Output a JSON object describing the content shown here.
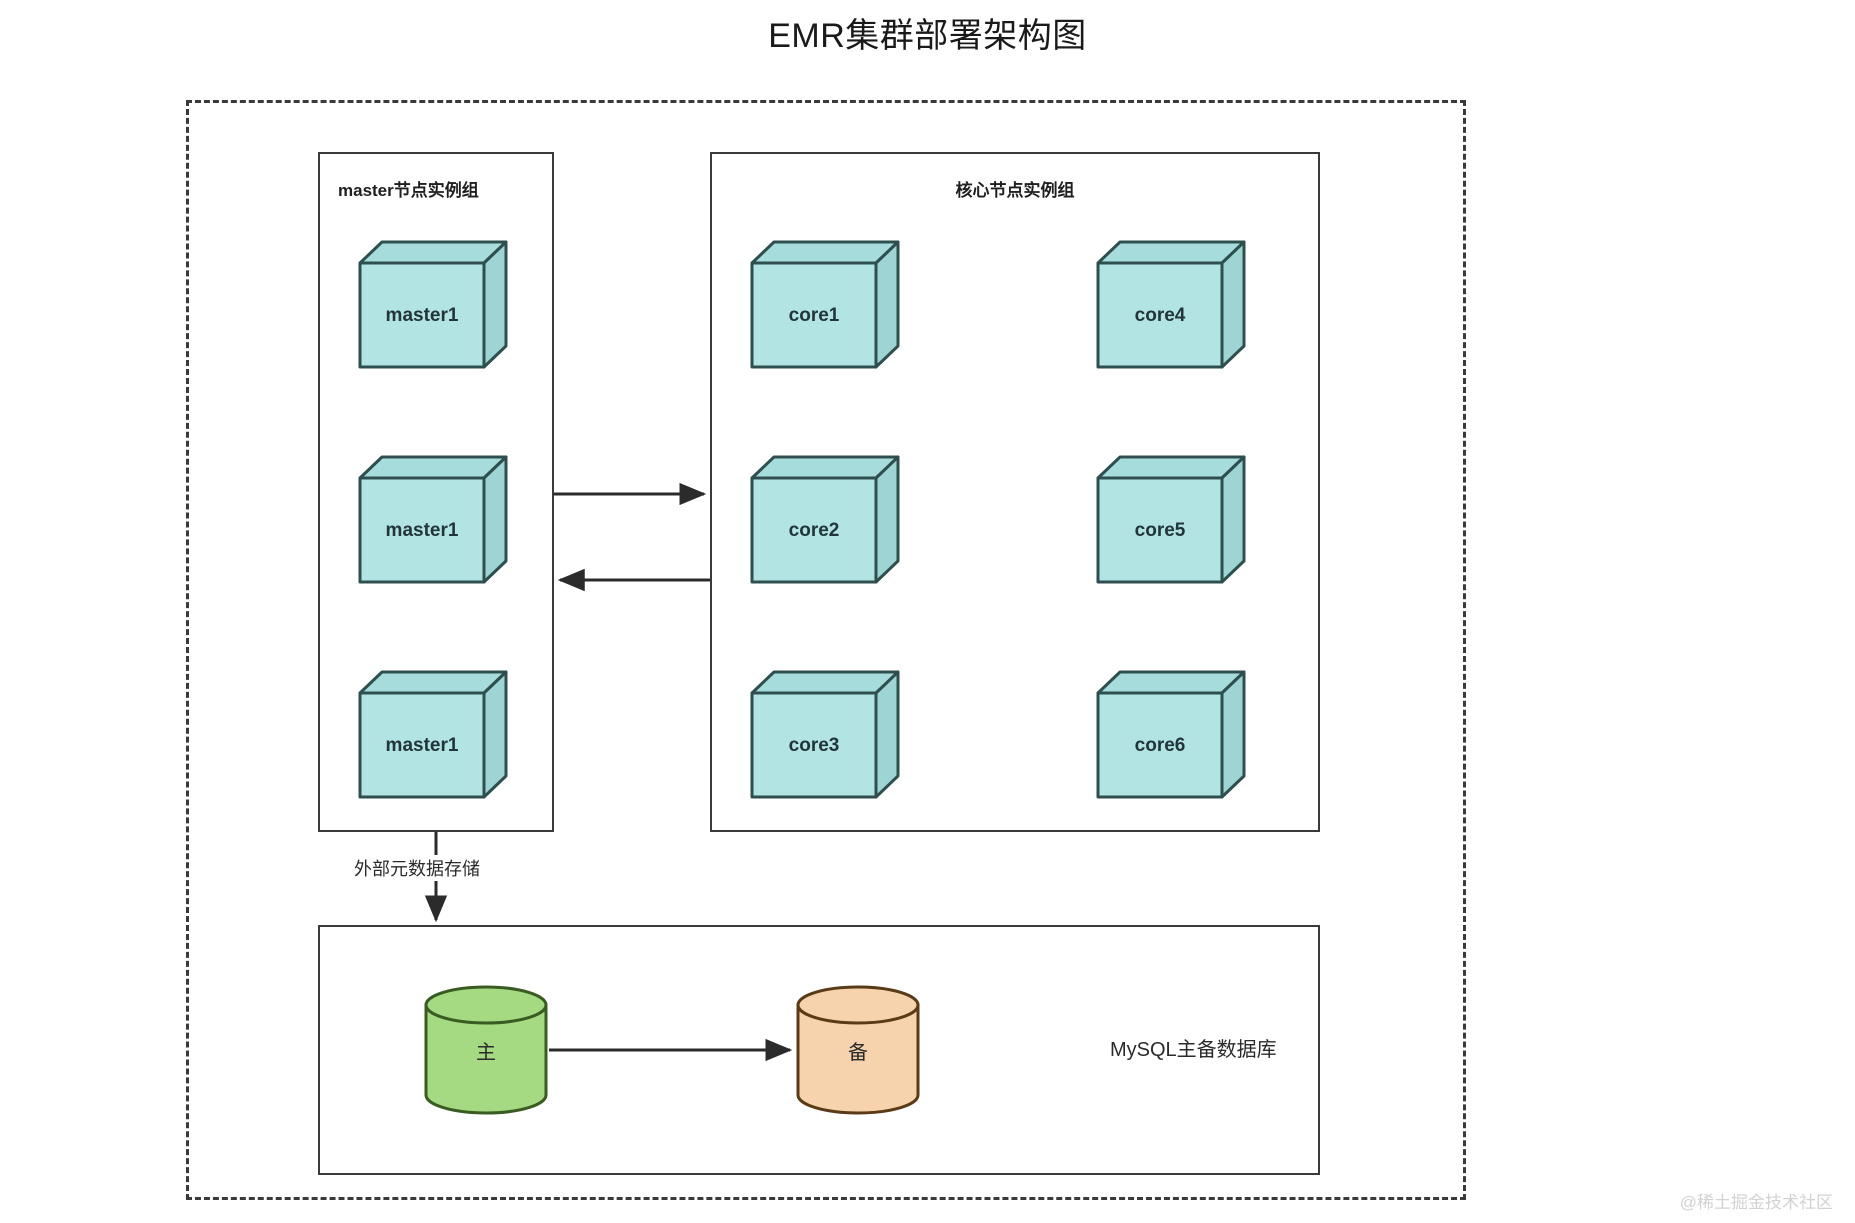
{
  "title": "EMR集群部署架构图",
  "watermark": "@稀土掘金技术社区",
  "colors": {
    "cube_face": "#b2e4e4",
    "cube_top": "#a6dcdc",
    "cube_side": "#9ed4d4",
    "cube_stroke": "#2f4f4f",
    "primary_db": "#a5da83",
    "primary_db_stroke": "#3a5c22",
    "standby_db": "#f6d3ac",
    "standby_db_stroke": "#5a3b18",
    "boundary_stroke": "#3a3a3a",
    "connector_stroke": "#2b2b2b"
  },
  "cluster": {
    "boundary_style": "dashed"
  },
  "master_group": {
    "label": "master节点实例组",
    "nodes": [
      {
        "label": "master1"
      },
      {
        "label": "master1"
      },
      {
        "label": "master1"
      }
    ]
  },
  "core_group": {
    "label": "核心节点实例组",
    "nodes": [
      {
        "label": "core1"
      },
      {
        "label": "core4"
      },
      {
        "label": "core2"
      },
      {
        "label": "core5"
      },
      {
        "label": "core3"
      },
      {
        "label": "core6"
      }
    ]
  },
  "mysql_group": {
    "caption": "MySQL主备数据库",
    "databases": [
      {
        "label": "主",
        "role": "primary"
      },
      {
        "label": "备",
        "role": "standby"
      }
    ]
  },
  "edges": [
    {
      "id": "master-to-core",
      "label": "",
      "direction": "right"
    },
    {
      "id": "core-to-master",
      "label": "",
      "direction": "left"
    },
    {
      "id": "master-to-mysql",
      "label": "外部元数据存储",
      "direction": "down"
    },
    {
      "id": "primary-to-standby",
      "label": "",
      "direction": "right"
    }
  ],
  "metadata_edge_label": "外部元数据存储"
}
